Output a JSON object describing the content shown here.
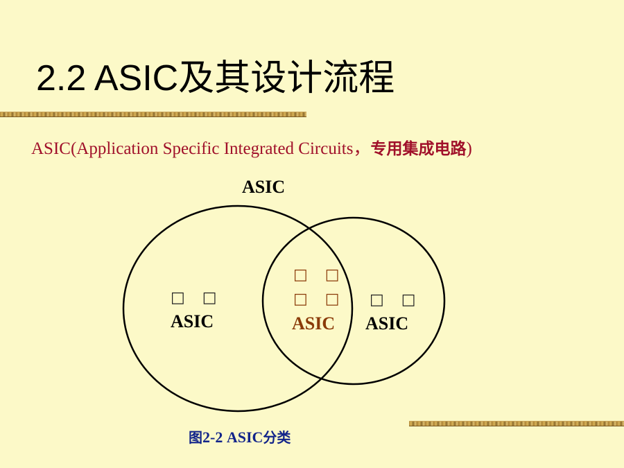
{
  "slide": {
    "title": "2.2  ASIC及其设计流程",
    "subtitle_latin": "ASIC(Application Specific Integrated Circuits，",
    "subtitle_cn": "专用集成电路",
    "subtitle_end": ")"
  },
  "diagram": {
    "top_label": "ASIC",
    "left": {
      "glyphs": "□ □",
      "label": "ASIC"
    },
    "center": {
      "glyphs_line1": "□ □",
      "glyphs_line2": "□ □",
      "label": "ASIC"
    },
    "right": {
      "glyphs": "□ □",
      "label": "ASIC"
    }
  },
  "caption": {
    "prefix": "图",
    "number": "2-2  ASIC",
    "suffix": "分类"
  },
  "colors": {
    "background": "#fcf9c8",
    "subtitle": "#a0102a",
    "center_text": "#8a3a08",
    "caption": "#12248a"
  }
}
